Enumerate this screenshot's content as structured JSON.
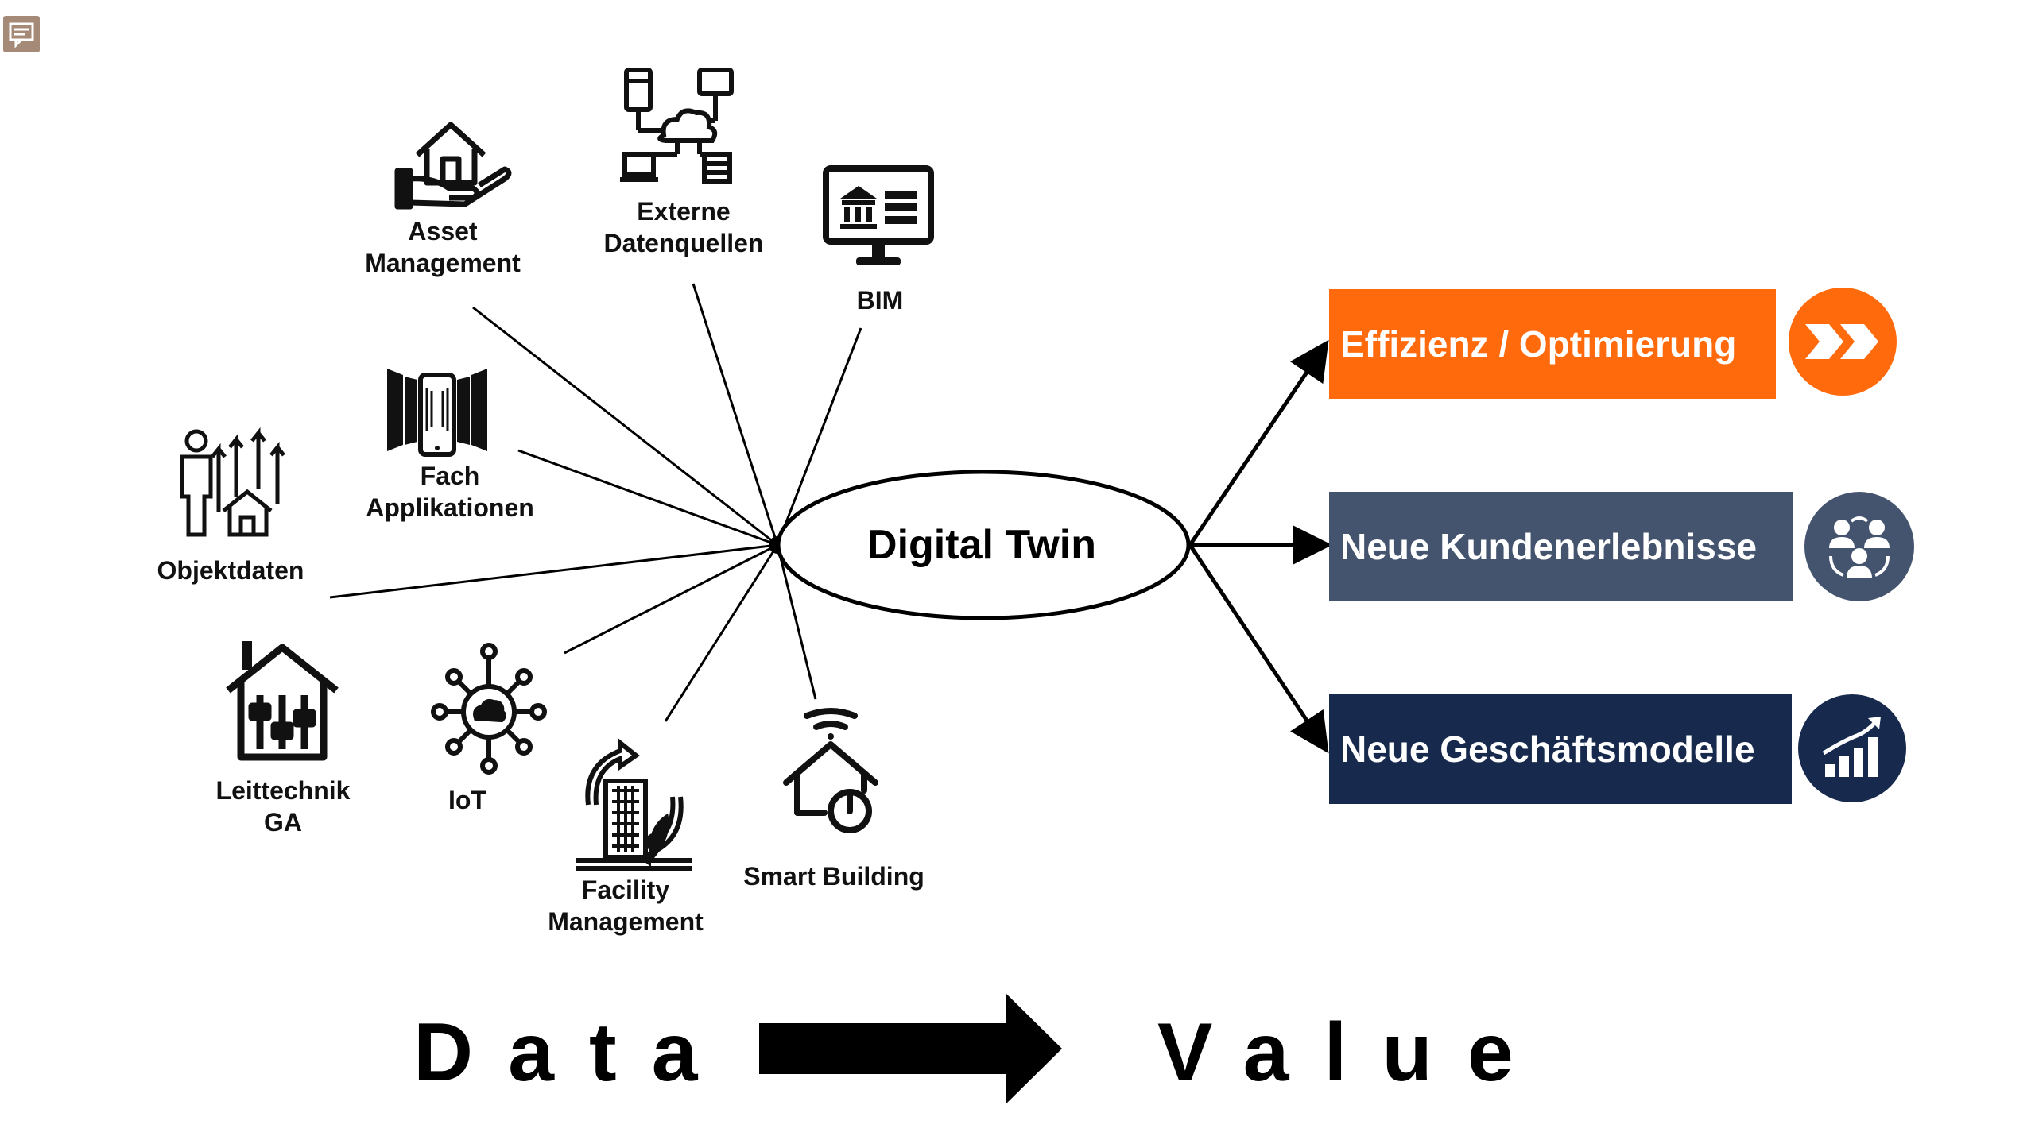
{
  "hub": {
    "label": "Digital Twin"
  },
  "sources": {
    "asset_management": "Asset\nManagement",
    "externe_datenquellen": "Externe\nDatenquellen",
    "bim": "BIM",
    "fach_applikationen": "Fach\nApplikationen",
    "objektdaten": "Objektdaten",
    "leittechnik_ga": "Leittechnik\nGA",
    "iot": "IoT",
    "facility_management": "Facility\nManagement",
    "smart_building": "Smart Building"
  },
  "values": {
    "effizienz": {
      "label": "Effizienz / Optimierung",
      "color": "#ff6a0d",
      "icon": "double-chevron-icon"
    },
    "kunden": {
      "label": "Neue Kundenerlebnisse",
      "color": "#44546e",
      "icon": "people-group-icon"
    },
    "geschaeft": {
      "label": "Neue Geschäftsmodelle",
      "color": "#172a4e",
      "icon": "growth-chart-icon"
    }
  },
  "footer": {
    "data_word": "Data",
    "value_word": "Value"
  },
  "colors": {
    "line": "#000000",
    "icon": "#111111",
    "comment_icon": "#a58a78"
  }
}
